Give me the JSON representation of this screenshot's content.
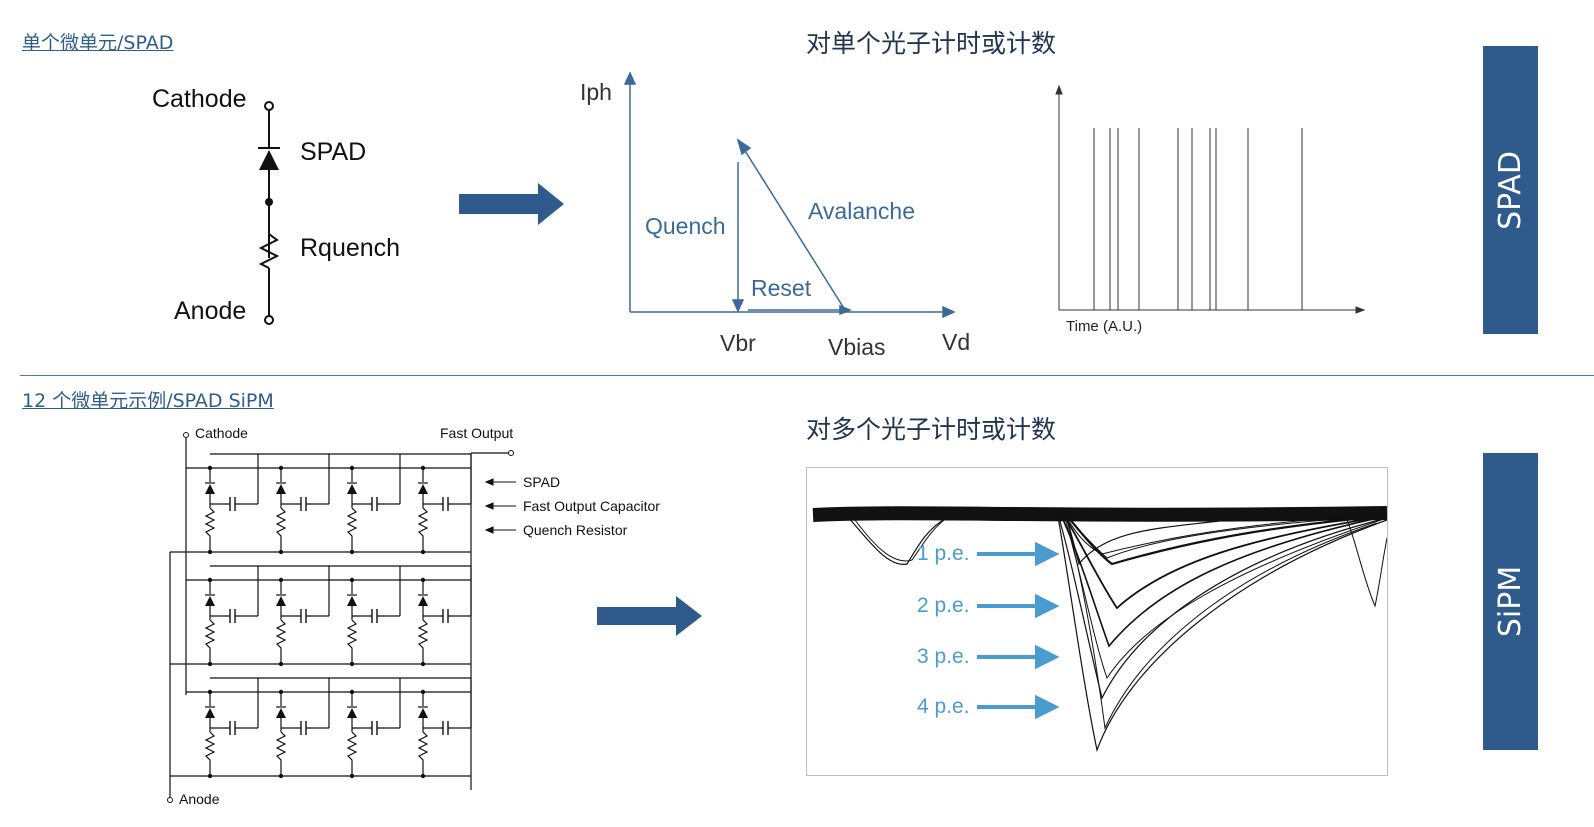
{
  "top": {
    "link": "单个微单元/SPAD",
    "heading": "对单个光子计时或计数",
    "sidebar": "SPAD",
    "circuit": {
      "cathode": "Cathode",
      "spad": "SPAD",
      "rquench": "Rquench",
      "anode": "Anode"
    },
    "iv_plot": {
      "y_label": "Iph",
      "quench": "Quench",
      "avalanche": "Avalanche",
      "reset": "Reset",
      "vbr": "Vbr",
      "vbias": "Vbias",
      "vd": "Vd"
    },
    "pulse_plot": {
      "x_label": "Time (A.U.)"
    }
  },
  "bottom": {
    "link": "12 个微单元示例/SPAD SiPM",
    "heading": "对多个光子计时或计数",
    "sidebar": "SiPM",
    "circuit": {
      "cathode": "Cathode",
      "fast_output": "Fast Output",
      "anode": "Anode",
      "legend": [
        "SPAD",
        "Fast Output Capacitor",
        "Quench Resistor"
      ]
    },
    "waveform": {
      "labels": [
        "1 p.e.",
        "2 p.e.",
        "3 p.e.",
        "4 p.e."
      ]
    }
  },
  "colors": {
    "accent": "#2e5b8c",
    "link": "#2f5d8a",
    "plot_blue": "#3b6a9a",
    "pe_blue": "#4a9bcf"
  }
}
